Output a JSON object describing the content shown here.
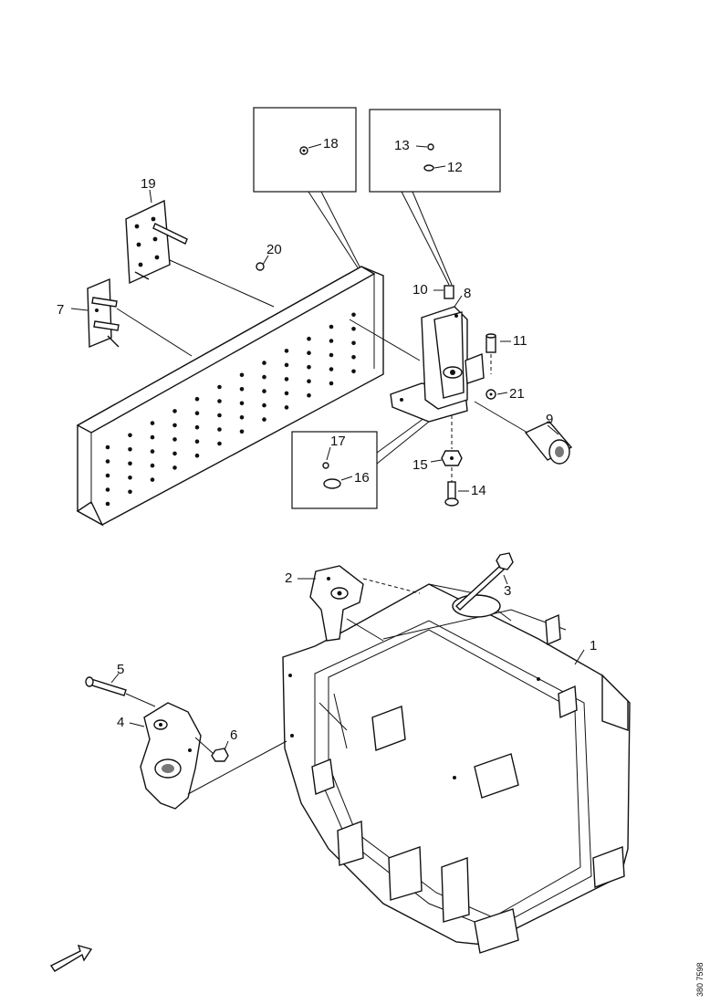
{
  "callouts": {
    "c1": "1",
    "c2": "2",
    "c3": "3",
    "c4": "4",
    "c5": "5",
    "c6": "6",
    "c7": "7",
    "c8": "8",
    "c9": "9",
    "c10": "10",
    "c11": "11",
    "c12": "12",
    "c13": "13",
    "c14": "14",
    "c15": "15",
    "c16": "16",
    "c17": "17",
    "c18": "18",
    "c19": "19",
    "c20": "20",
    "c21": "21"
  },
  "reference_code": "380 7598",
  "icons": {
    "front_direction": "arrow-icon"
  }
}
